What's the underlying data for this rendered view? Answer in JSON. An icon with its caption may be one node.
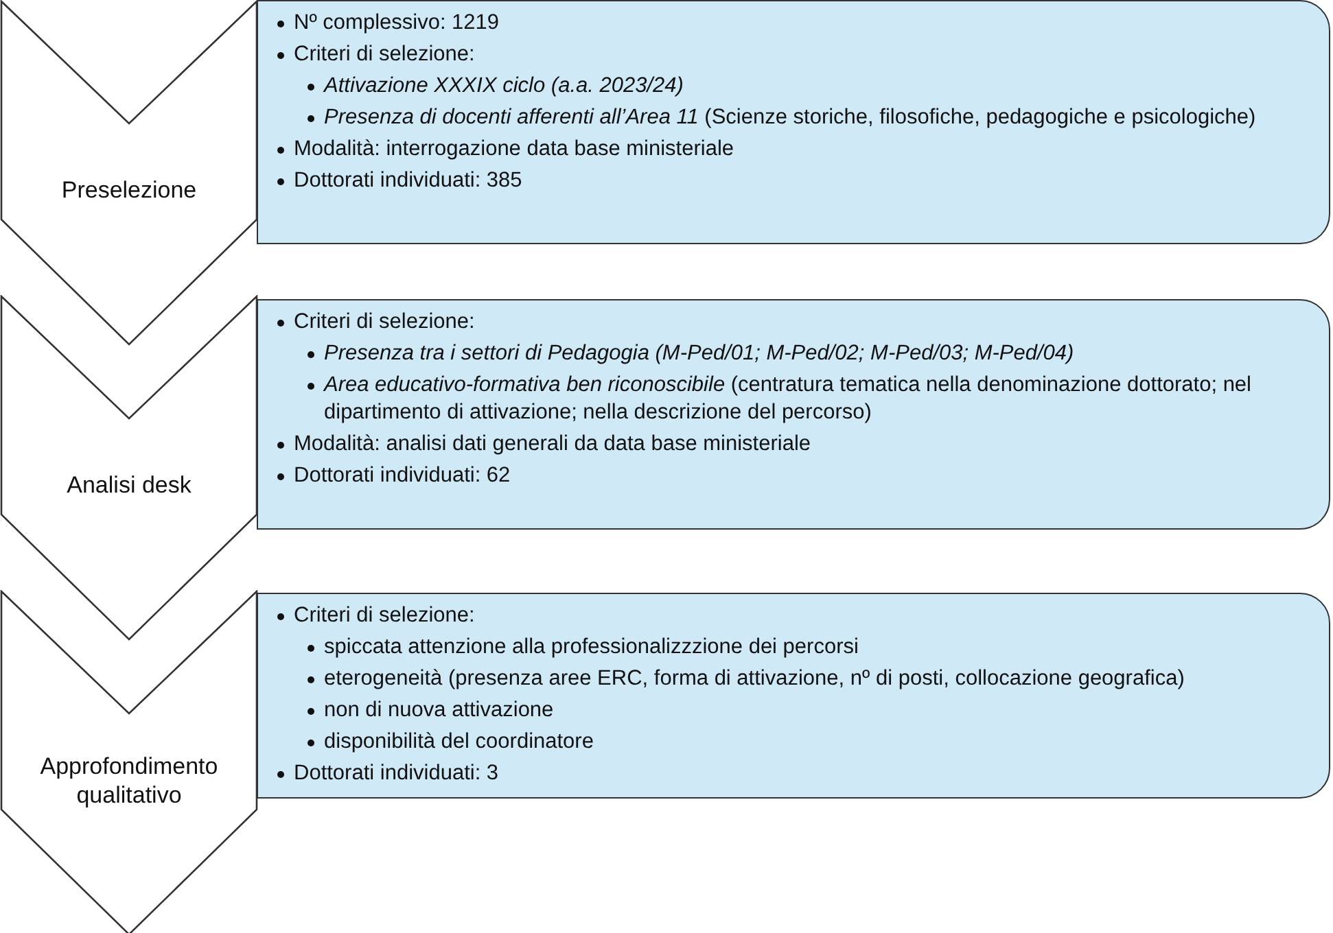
{
  "diagram": {
    "nodes": [
      {
        "text": [
          "Preselezione"
        ]
      },
      {
        "text": [
          "Nº complessivo: 1219",
          "Criteri di selezione:",
          "Attivazione XXXIX ciclo (a.a. 2023/24)",
          "*Presenza di docenti afferenti all’Area 11* (Scienze storiche, filosofiche, pedagogiche e psicologiche)",
          "Modalità: interrogazione data base ministeriale",
          "Dottorati individuati: 385"
        ]
      },
      {
        "text": [
          "Analisi desk"
        ]
      },
      {
        "text": [
          "Criteri di selezione:",
          "Presenza tra i settori di Pedagogia (M-Ped/01; M-Ped/02; M-Ped/03; M-Ped/04)",
          "*Area educativo-formativa ben riconoscibile* (centratura tematica nella denominazione dottorato; nel dipartimento di attivazione; nella descrizione del percorso)",
          "Modalità: analisi dati generali da data base ministeriale",
          "Dottorati individuati: 62"
        ]
      },
      {
        "text": [
          "Approfondimento qualitativo"
        ]
      },
      {
        "text": [
          "Criteri di selezione:",
          "spiccata attenzione alla professionalizzzione dei percorsi",
          "eterogeneità (presenza aree ERC, forma di attivazione, nº di posti, collocazione geografica)",
          "non di nuova attivazione",
          "disponibilità del coordinatore",
          "Dottorati individuati: 3"
        ]
      }
    ]
  }
}
